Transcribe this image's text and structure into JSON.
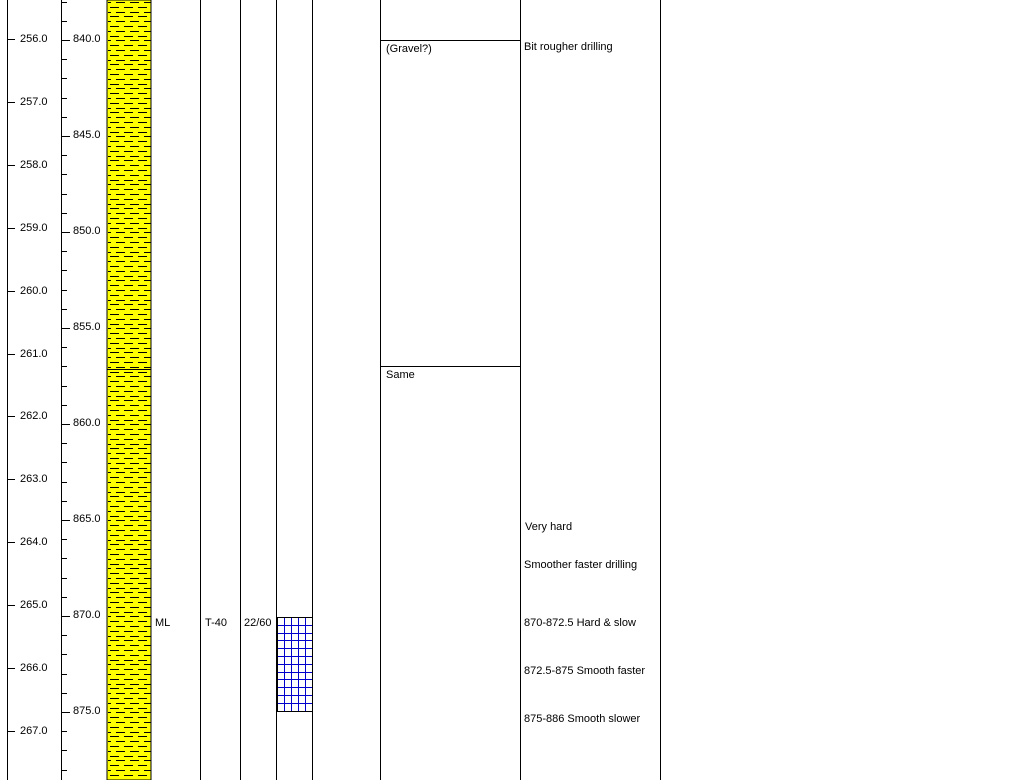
{
  "elevation_axis": {
    "ticks": [
      "256.0",
      "257.0",
      "258.0",
      "259.0",
      "260.0",
      "261.0",
      "262.0",
      "263.0",
      "264.0",
      "265.0",
      "266.0",
      "267.0"
    ]
  },
  "depth_axis": {
    "ticks": [
      "840.0",
      "845.0",
      "850.0",
      "855.0",
      "860.0",
      "865.0",
      "870.0",
      "875.0"
    ]
  },
  "colors": {
    "soil_fill": "#ffff00",
    "sample_grid": "#0000cc"
  },
  "soil": {
    "symbol": "ML"
  },
  "sample": {
    "id": "T-40",
    "blows": "22/60"
  },
  "descriptions": [
    "(Gravel?)",
    "Same"
  ],
  "remarks": [
    "Bit rougher drilling",
    "Very hard",
    "Smoother faster drilling",
    "870-872.5 Hard & slow",
    "872.5-875 Smooth faster",
    "875-886 Smooth slower"
  ]
}
